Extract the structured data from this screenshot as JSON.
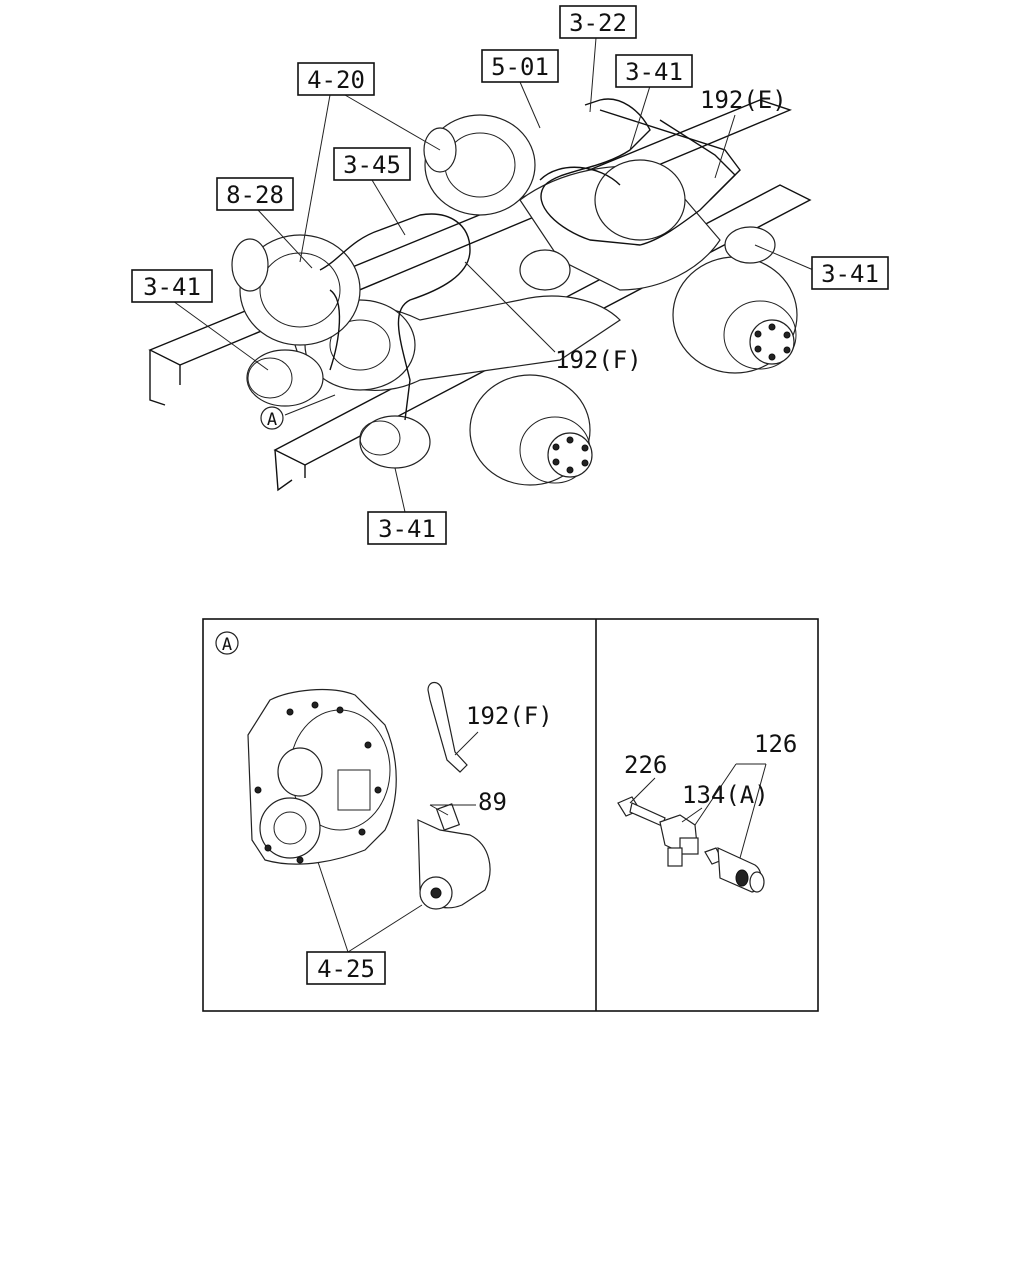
{
  "callouts": {
    "c_3_22": "3-22",
    "c_5_01": "5-01",
    "c_3_41_top": "3-41",
    "c_4_20": "4-20",
    "c_3_45": "3-45",
    "c_8_28": "8-28",
    "c_3_41_left": "3-41",
    "c_3_41_right": "3-41",
    "c_3_41_bottom": "3-41",
    "c_4_25": "4-25"
  },
  "labels": {
    "l_192e": "192(E)",
    "l_192f_top": "192(F)",
    "l_192f_detail": "192(F)",
    "l_89": "89",
    "l_226": "226",
    "l_126": "126",
    "l_134a": "134(A)"
  },
  "markers": {
    "view_a_top": "A",
    "view_a_detail": "A"
  }
}
